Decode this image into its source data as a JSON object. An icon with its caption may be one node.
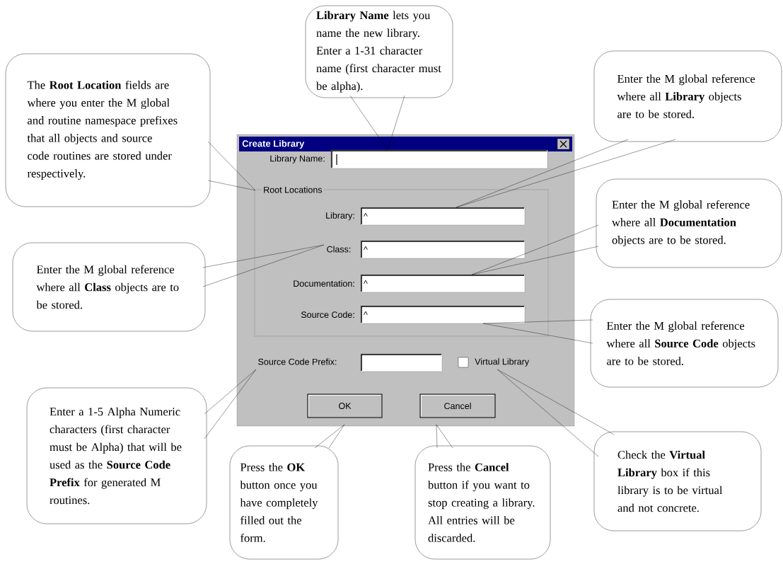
{
  "diagram": {
    "nodes": [
      {
        "text": [
          "**Library Name** lets you name the new library. Enter a 1-31 character name (first character must be alpha)."
        ]
      },
      {
        "text": [
          "The **Root Location** fields are where you enter the M global and routine namespace prefixes that all objects and source code routines are stored under respectively."
        ]
      },
      {
        "text": [
          "Create Library"
        ]
      },
      {
        "text": [],
        "shape": "box",
        "in": 2,
        "beside": [
          "Library Name:"
        ]
      },
      {
        "text": [
          "Root Locations"
        ],
        "in": 2
      },
      {
        "text": [
          "^"
        ],
        "in": 4,
        "beside": [
          "Library:"
        ]
      },
      {
        "text": [
          "Class:"
        ],
        "in": 4
      },
      {
        "text": [
          "^"
        ],
        "in": 4
      },
      {
        "text": [
          "^"
        ],
        "in": 4,
        "beside": [
          "Documentation:"
        ]
      },
      {
        "text": [
          "^"
        ],
        "in": 4,
        "beside": [
          "Source Code:"
        ]
      },
      {
        "text": [
          "Source Code Prefix:"
        ],
        "in": 2
      },
      {
        "text": [],
        "shape": "box",
        "in": 2
      },
      {
        "text": [
          "Virtual Library"
        ],
        "in": 2
      },
      {
        "text": [
          "OK"
        ],
        "in": 2
      },
      {
        "text": [
          "Cancel"
        ],
        "in": 2
      },
      {
        "text": [
          "Enter the M global reference where all **Library** objects are to be stored."
        ]
      },
      {
        "text": [
          "Enter the M global reference where all **Class** objects are to be stored."
        ]
      },
      {
        "text": [
          "Enter the M global reference where all **Documentation** objects are to be stored."
        ]
      },
      {
        "text": [
          "Enter the M global reference where all **Source Code** objects are to be stored."
        ]
      },
      {
        "text": [
          "Enter a 1-5 Alpha Numeric characters (first character must be Alpha) that will be used as the **Source Code Prefix** for generated M routines."
        ]
      },
      {
        "text": [
          "Press the **OK** button once you have completely filled out the form."
        ]
      },
      {
        "text": [
          "Press the **Cancel** button if you want to stop creating a library. All entries will be discarded."
        ]
      },
      {
        "text": [
          "Check the **Virtual Library** box if this library is to be virtual and not concrete."
        ]
      }
    ],
    "edges": [
      {
        "from": 0,
        "to": 3,
        "arrow": "none"
      },
      {
        "from": 1,
        "to": 4,
        "arrow": "none"
      },
      {
        "from": 15,
        "to": 5,
        "arrow": "none"
      },
      {
        "from": 16,
        "to": 6,
        "arrow": "none"
      },
      {
        "from": 17,
        "to": 8,
        "arrow": "none"
      },
      {
        "from": 18,
        "to": 9,
        "arrow": "none"
      },
      {
        "from": 19,
        "to": 10,
        "arrow": "none"
      },
      {
        "from": 20,
        "to": 13,
        "arrow": "none"
      },
      {
        "from": 21,
        "to": 14,
        "arrow": "none"
      },
      {
        "from": 22,
        "to": 12,
        "arrow": "none"
      }
    ]
  }
}
